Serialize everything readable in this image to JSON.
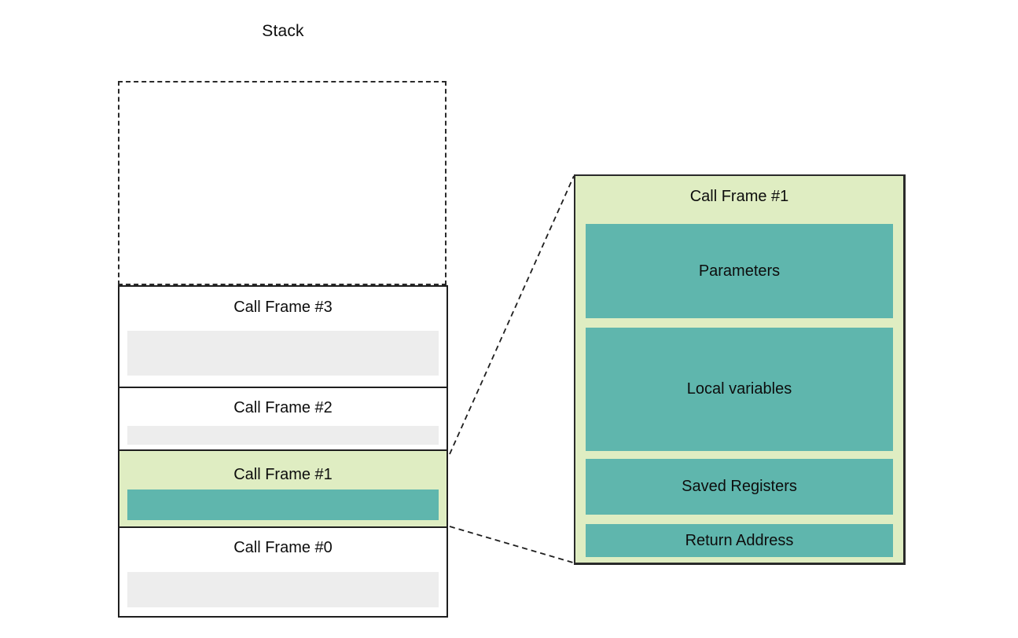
{
  "title": "Stack",
  "colors": {
    "highlight": "#dfedc2",
    "teal": "#5fb6ad",
    "slot": "#ededed",
    "line": "#1f1f1f"
  },
  "stack": {
    "title": "Stack",
    "frames": [
      {
        "label": "Call Frame #3",
        "highlighted": false
      },
      {
        "label": "Call Frame #2",
        "highlighted": false
      },
      {
        "label": "Call Frame #1",
        "highlighted": true
      },
      {
        "label": "Call Frame #0",
        "highlighted": false
      }
    ]
  },
  "detail": {
    "title": "Call Frame #1",
    "sections": [
      {
        "label": "Parameters"
      },
      {
        "label": "Local variables"
      },
      {
        "label": "Saved Registers"
      },
      {
        "label": "Return Address"
      }
    ]
  }
}
